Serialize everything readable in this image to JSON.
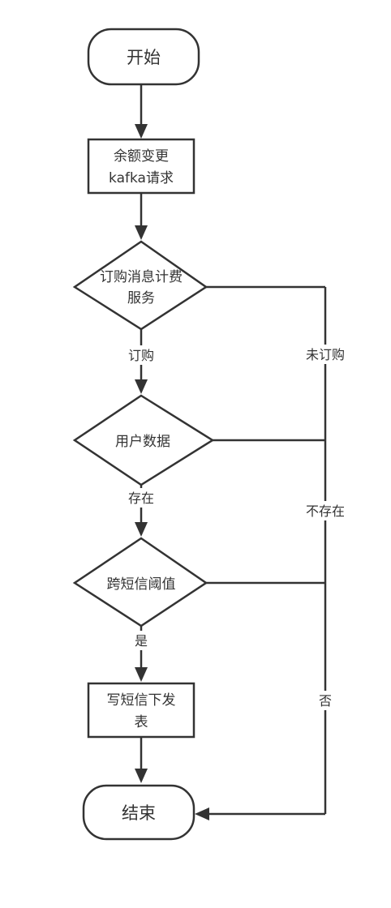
{
  "nodes": {
    "start": {
      "label": "开始"
    },
    "request": {
      "line1": "余额变更",
      "line2": "kafka请求"
    },
    "subscribe_check": {
      "line1": "订购消息计费",
      "line2": "服务"
    },
    "user_data": {
      "label": "用户数据"
    },
    "threshold": {
      "label": "跨短信阈值"
    },
    "write": {
      "line1": "写短信下发",
      "line2": "表"
    },
    "end": {
      "label": "结束"
    }
  },
  "edges": {
    "subscribed": "订购",
    "not_subscribed": "未订购",
    "exists": "存在",
    "not_exists": "不存在",
    "yes": "是",
    "no": "否"
  }
}
